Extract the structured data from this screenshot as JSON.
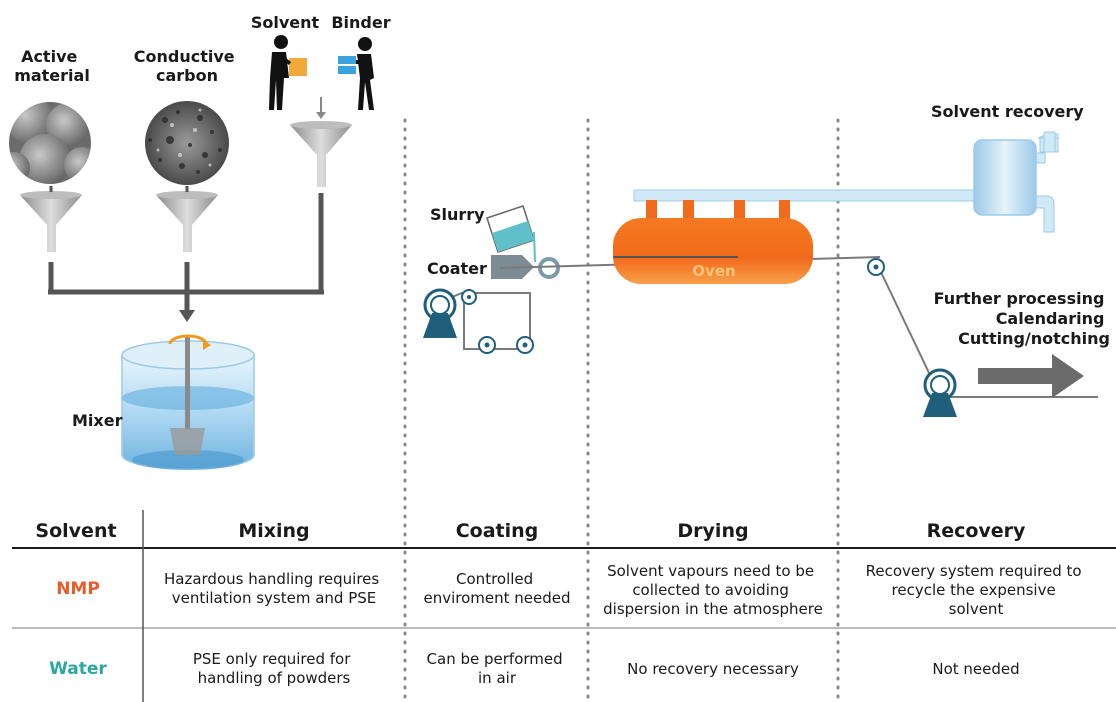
{
  "inputs": {
    "active_material": [
      "Active",
      "material"
    ],
    "conductive_carbon": [
      "Conductive",
      "carbon"
    ],
    "solvent": "Solvent",
    "binder": "Binder"
  },
  "labels": {
    "mixer": "Mixer",
    "slurry": "Slurry",
    "coater": "Coater",
    "oven": "Oven",
    "solvent_recovery": "Solvent recovery",
    "further_processing": [
      "Further processing",
      "Calendaring",
      "Cutting/notching"
    ]
  },
  "colors": {
    "pipe": "#cfeaf6",
    "oven": "#f26a1b",
    "oven_light": "#f9a14f",
    "roller": "#1f5f7c",
    "nmp": "#ea5b2a",
    "water": "#2aa7a0",
    "arrow": "#555555",
    "package_orange": "#f2a93b",
    "package_blue": "#3aa3dd"
  },
  "table": {
    "headers": [
      "Solvent",
      "Mixing",
      "Coating",
      "Drying",
      "Recovery"
    ],
    "rows": [
      {
        "solvent": "NMP",
        "mixing": [
          "Hazardous handling requires",
          "ventilation system and PSE"
        ],
        "coating": [
          "Controlled",
          "enviroment needed"
        ],
        "drying": [
          "Solvent vapours need to be",
          "collected to avoiding",
          "dispersion in the atmosphere"
        ],
        "recovery": [
          "Recovery system required to",
          "recycle the expensive",
          "solvent"
        ]
      },
      {
        "solvent": "Water",
        "mixing": [
          "PSE only required for",
          "handling of powders"
        ],
        "coating": [
          "Can be performed",
          "in air"
        ],
        "drying": [
          "No recovery necessary"
        ],
        "recovery": [
          "Not needed"
        ]
      }
    ]
  }
}
